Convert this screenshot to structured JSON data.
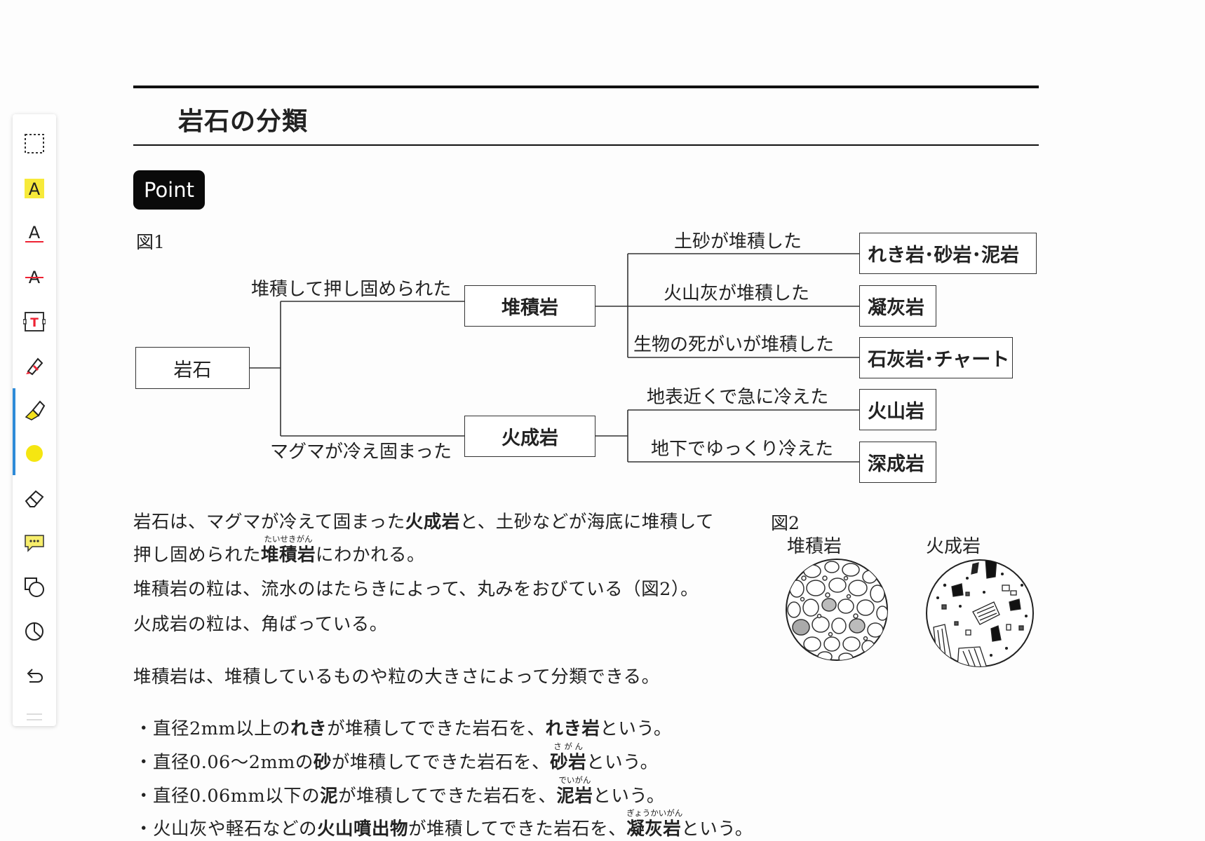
{
  "toolbar": {
    "tools": [
      {
        "icon": "selection-rect-icon",
        "label": ""
      },
      {
        "icon": "text-highlight-icon",
        "label": "A"
      },
      {
        "icon": "text-underline-icon",
        "label": "A"
      },
      {
        "icon": "text-strikethrough-icon",
        "label": "A"
      },
      {
        "icon": "text-box-icon",
        "label": "T"
      },
      {
        "icon": "pen-icon",
        "label": ""
      },
      {
        "icon": "highlighter-icon",
        "label": ""
      },
      {
        "icon": "color-swatch-icon",
        "label": ""
      },
      {
        "icon": "eraser-icon",
        "label": ""
      },
      {
        "icon": "comment-icon",
        "label": ""
      },
      {
        "icon": "shapes-icon",
        "label": ""
      },
      {
        "icon": "pie-timer-icon",
        "label": ""
      },
      {
        "icon": "undo-icon",
        "label": ""
      }
    ],
    "active_tool": "highlighter-icon",
    "highlight_color": "#f5e611",
    "accent_color": "#2e8bd8"
  },
  "header": {
    "title": "岩石の分類",
    "badge": "Point"
  },
  "figure1": {
    "label": "図1",
    "root": "岩石",
    "sedimentary": "堆積岩",
    "igneous": "火成岩",
    "edge_sedimentary": "堆積して押し固められた",
    "edge_igneous": "マグマが冷え固まった",
    "sed_edges": [
      "土砂が堆積した",
      "火山灰が堆積した",
      "生物の死がいが堆積した"
    ],
    "sed_leaves": [
      "れき岩･砂岩･泥岩",
      "凝灰岩",
      "石灰岩･チャート"
    ],
    "ign_edges": [
      "地表近くで急に冷えた",
      "地下でゆっくり冷えた"
    ],
    "ign_leaves": [
      "火山岩",
      "深成岩"
    ]
  },
  "figure2": {
    "label": "図2",
    "left_caption": "堆積岩",
    "right_caption": "火成岩"
  },
  "body": {
    "p1_a": "岩石は、マグマが冷えて固まった",
    "p1_b": "火成岩",
    "p1_c": "と、土砂などが海底に堆積して",
    "p1_d": "押し固められた",
    "p1_e": "堆積岩",
    "p1_e_ruby": "たいせきがん",
    "p1_f": "にわかれる。",
    "p2": "堆積岩の粒は、流水のはたらきによって、丸みをおびている（図2）。",
    "p3": "火成岩の粒は、角ばっている。",
    "p4": "堆積岩は、堆積しているものや粒の大きさによって分類できる。"
  },
  "bullets": [
    {
      "a": "・直径2mm以上の",
      "b": "れき",
      "c": "が堆積してできた岩石を、",
      "d": "れき岩",
      "ruby": "",
      "e": "という。"
    },
    {
      "a": "・直径0.06～2mmの",
      "b": "砂",
      "c": "が堆積してできた岩石を、",
      "d": "砂岩",
      "ruby": "さ が ん",
      "e": "という。"
    },
    {
      "a": "・直径0.06mm以下の",
      "b": "泥",
      "c": "が堆積してできた岩石を、",
      "d": "泥岩",
      "ruby": "でいがん",
      "e": "という。"
    },
    {
      "a": "・火山灰や軽石などの",
      "b": "火山噴出物",
      "c": "が堆積してできた岩石を、",
      "d": "凝灰岩",
      "ruby": "ぎょうかいがん",
      "e": "という。"
    }
  ]
}
